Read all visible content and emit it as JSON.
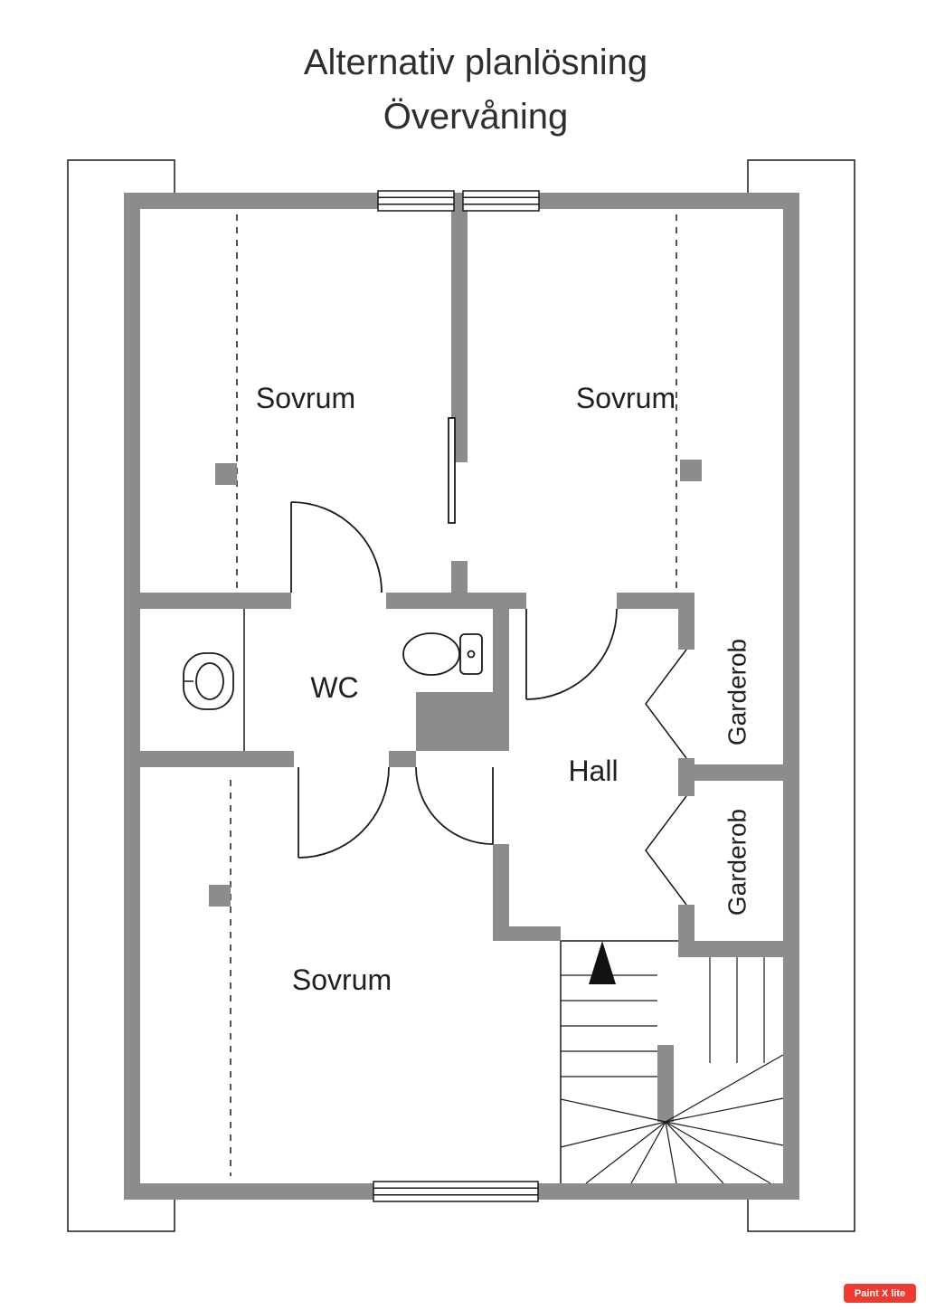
{
  "title": {
    "line1": "Alternativ planlösning",
    "line2": "Övervåning"
  },
  "rooms": {
    "sovrum1": "Sovrum",
    "sovrum2": "Sovrum",
    "sovrum3": "Sovrum",
    "wc": "WC",
    "hall": "Hall",
    "garderob1": "Garderob",
    "garderob2": "Garderob"
  },
  "watermark": {
    "label": "Paint X lite"
  },
  "colors": {
    "wall": "#8c8c8c",
    "line": "#1a1a1a",
    "background": "#ffffff",
    "watermark_bg": "#ee3b30",
    "watermark_text": "#ffffff"
  }
}
